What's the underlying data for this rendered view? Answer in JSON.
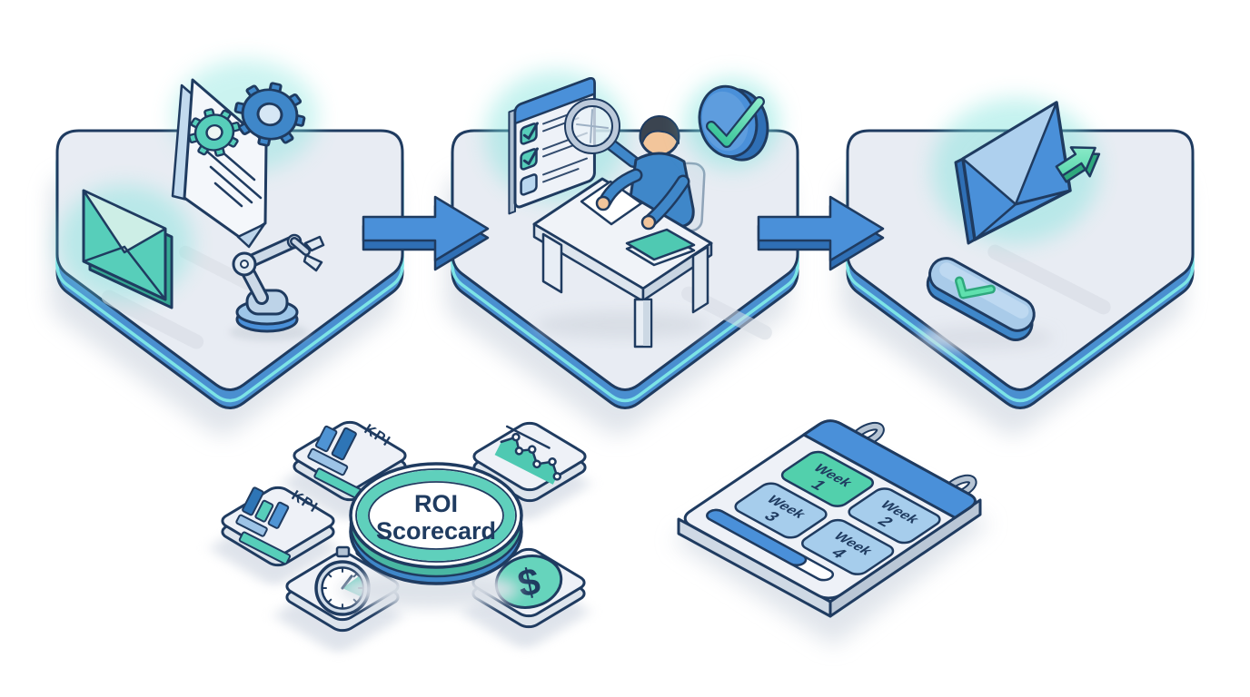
{
  "flow": {
    "connector": "arrow-right",
    "steps": [
      {
        "name": "automated-intake",
        "icons": [
          "envelope-icon",
          "document-icon",
          "gear-icon",
          "small-gear-icon",
          "robot-arm-icon"
        ]
      },
      {
        "name": "human-review",
        "icons": [
          "checklist-icon",
          "magnifier-icon",
          "person-at-desk-icon",
          "check-badge-icon"
        ]
      },
      {
        "name": "approved-send",
        "icons": [
          "send-envelope-icon",
          "send-arrow-icon",
          "approve-button-icon"
        ]
      }
    ]
  },
  "scorecard": {
    "title_line1": "ROI",
    "title_line2": "Scorecard",
    "kpi_card_1_label": "KPI",
    "kpi_card_2_label": "KPI",
    "dollar_symbol": "$",
    "cards": [
      "bar-chart",
      "bar-chart",
      "line-chart",
      "stopwatch",
      "dollar"
    ]
  },
  "calendar": {
    "weeks": [
      {
        "label": "Week",
        "number": "1",
        "highlight": true
      },
      {
        "label": "Week",
        "number": "2",
        "highlight": false
      },
      {
        "label": "Week",
        "number": "3",
        "highlight": false
      },
      {
        "label": "Week",
        "number": "4",
        "highlight": false
      }
    ]
  },
  "colors": {
    "outline": "#1f3b60",
    "tile_top": "#e8ecf3",
    "tile_side_blue": "#4a8fd0",
    "tile_side_cyan": "#7ce4e6",
    "teal": "#57ceba",
    "teal_dark": "#36a893",
    "teal_light": "#cdeee6",
    "blue": "#4a90d9",
    "blue_dark": "#2f6fb5",
    "blue_light": "#a9cbe9",
    "green_check": "#4ed1a1",
    "week_highlight": "#52d0ac",
    "week_normal": "#a6cdec",
    "shadow": "#dde2e9"
  }
}
